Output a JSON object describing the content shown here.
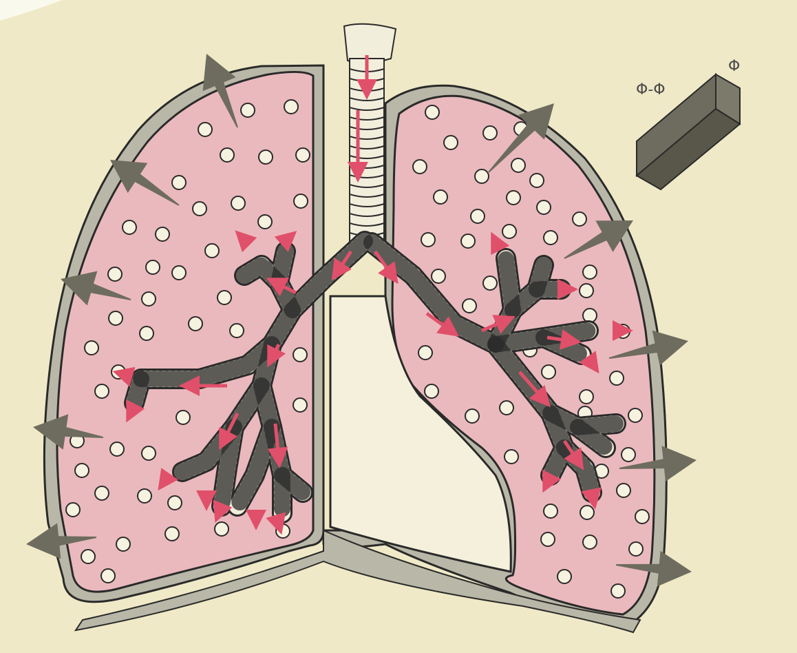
{
  "legend": {
    "phi": "Φ",
    "phi_minus_phi": "Φ-Φ"
  },
  "colors": {
    "page": "#efe9c7",
    "lung_fill": "#eab9bd",
    "pleura": "#b9b7a7",
    "outline": "#2a2a2a",
    "airflow_arrow": "#e0506a",
    "outflow_arrow": "#6e6c5e",
    "airway_fill": "#f2eedc"
  },
  "icons": [
    "trachea",
    "bronchi",
    "alveoli",
    "airflow-arrows",
    "outflow-arrows",
    "legend-block"
  ]
}
